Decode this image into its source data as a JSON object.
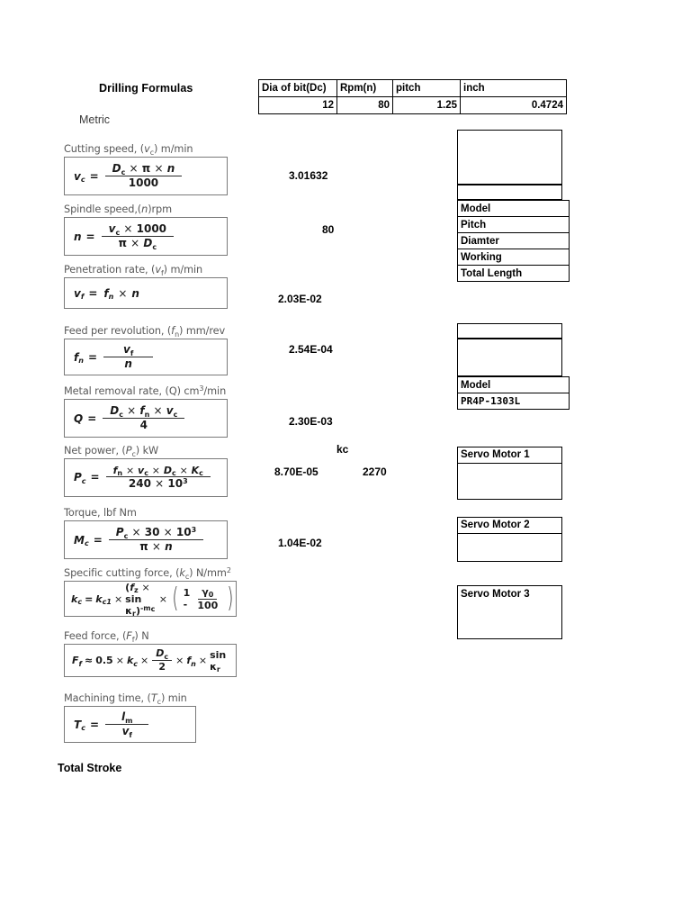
{
  "page": {
    "title": "Drilling Formulas",
    "system_label": "Metric",
    "total_stroke_label": "Total Stroke"
  },
  "param_table": {
    "headers": [
      "Dia of bit(Dc)",
      "Rpm(n)",
      "pitch",
      "inch"
    ],
    "values": [
      "12",
      "80",
      "1.25",
      "0.4724"
    ]
  },
  "formulas": [
    {
      "id": "cutting-speed",
      "caption": "Cutting speed, (vc) m/min",
      "result": "3.01632"
    },
    {
      "id": "spindle-speed",
      "caption": "Spindle speed,(n)rpm",
      "result": "80"
    },
    {
      "id": "penetration-rate",
      "caption": "Penetration rate, (vf) m/min",
      "result": "2.03E-02"
    },
    {
      "id": "feed-per-revolution",
      "caption": "Feed per revolution, (fn) mm/rev",
      "result": "2.54E-04"
    },
    {
      "id": "metal-removal-rate",
      "caption": "Metal removal rate, (Q) cm3/min",
      "result": "2.30E-03"
    },
    {
      "id": "net-power",
      "caption": "Net power, (Pc) kW",
      "result": "8.70E-05",
      "extra_label": "kc",
      "extra_value": "2270"
    },
    {
      "id": "torque",
      "caption": "Torque, lbf Nm",
      "result": "1.04E-02"
    },
    {
      "id": "specific-cutting-force",
      "caption": "Specific cutting force, (kc) N/mm2",
      "result": ""
    },
    {
      "id": "feed-force",
      "caption": "Feed force, (Ff) N",
      "result": ""
    },
    {
      "id": "machining-time",
      "caption": "Machining time, (Tc) min",
      "result": ""
    }
  ],
  "formula_text": {
    "cutting_speed": {
      "lhs": "vc",
      "num": "Dc × π × n",
      "den": "1000"
    },
    "spindle_speed": {
      "lhs": "n",
      "num": "vc × 1000",
      "den": "π × Dc"
    },
    "penetration_rate": {
      "lhs": "vf",
      "rhs": "fn × n"
    },
    "feed_per_revolution": {
      "lhs": "fn",
      "num": "vf",
      "den": "n"
    },
    "metal_removal_rate": {
      "lhs": "Q",
      "num": "Dc × fn × vc",
      "den": "4"
    },
    "net_power": {
      "lhs": "Pc",
      "num": "fn × vc × Dc × kc",
      "den": "240 × 10³"
    },
    "torque": {
      "lhs": "Mc",
      "num": "Pc × 30 × 10³",
      "den": "π × n"
    },
    "specific_cutting_force": {
      "lhs": "kc",
      "rhs": "kc1 × (fz × sin κr)^-mc × ( 1 - γ0/100 )"
    },
    "feed_force": {
      "lhs": "Ff",
      "rhs": "≈ 0.5 × kc × Dc/2 × fn × sin κr"
    },
    "machining_time": {
      "lhs": "Tc",
      "num": "lm",
      "den": "vf"
    }
  },
  "spec_table": {
    "rows": [
      "Model",
      "Pitch",
      "Diamter",
      "Working",
      "Total Length"
    ]
  },
  "model_table": {
    "header": "Model",
    "value": "PR4P-1303L"
  },
  "servo_motors": [
    {
      "label": "Servo Motor 1"
    },
    {
      "label": "Servo Motor 2"
    },
    {
      "label": "Servo Motor 3"
    }
  ]
}
